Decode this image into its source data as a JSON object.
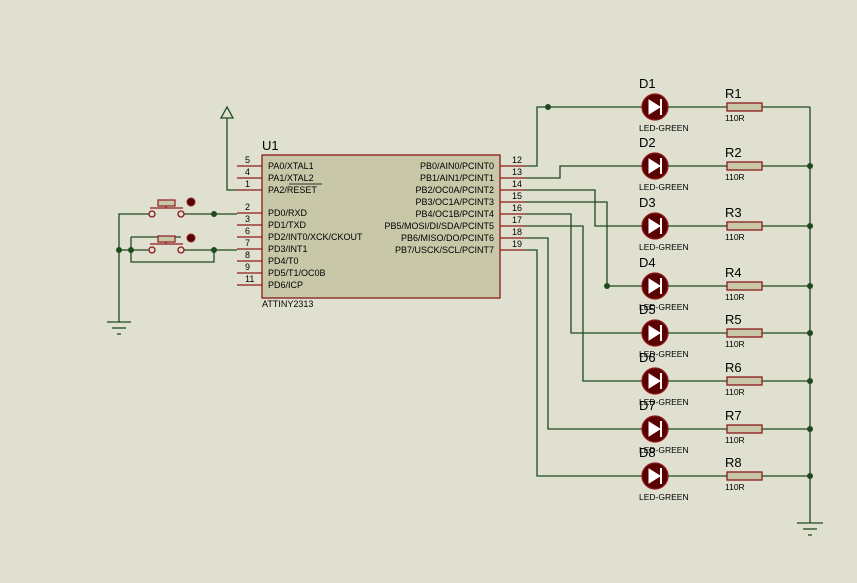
{
  "colors": {
    "background": "#e0e0d0",
    "wire": "#1f4a1f",
    "outline": "#8b1a1a",
    "chip_fill": "#c8c8a8",
    "led_fill": "#5a0000",
    "junction": "#1f4a1f"
  },
  "chip": {
    "ref": "U1",
    "part": "ATTINY2313",
    "left_pins": [
      {
        "num": "5",
        "name": "PA0/XTAL1"
      },
      {
        "num": "4",
        "name": "PA1/XTAL2"
      },
      {
        "num": "1",
        "name": "PA2/RESET"
      },
      {
        "num": "2",
        "name": "PD0/RXD"
      },
      {
        "num": "3",
        "name": "PD1/TXD"
      },
      {
        "num": "6",
        "name": "PD2/INT0/XCK/CKOUT"
      },
      {
        "num": "7",
        "name": "PD3/INT1"
      },
      {
        "num": "8",
        "name": "PD4/T0"
      },
      {
        "num": "9",
        "name": "PD5/T1/OC0B"
      },
      {
        "num": "11",
        "name": "PD6/ICP"
      }
    ],
    "right_pins": [
      {
        "num": "12",
        "name": "PB0/AIN0/PCINT0"
      },
      {
        "num": "13",
        "name": "PB1/AIN1/PCINT1"
      },
      {
        "num": "14",
        "name": "PB2/OC0A/PCINT2"
      },
      {
        "num": "15",
        "name": "PB3/OC1A/PCINT3"
      },
      {
        "num": "16",
        "name": "PB4/OC1B/PCINT4"
      },
      {
        "num": "17",
        "name": "PB5/MOSI/DI/SDA/PCINT5"
      },
      {
        "num": "18",
        "name": "PB6/MISO/DO/PCINT6"
      },
      {
        "num": "19",
        "name": "PB7/USCK/SCL/PCINT7"
      }
    ]
  },
  "leds": [
    {
      "ref": "D1",
      "value": "LED-GREEN"
    },
    {
      "ref": "D2",
      "value": "LED-GREEN"
    },
    {
      "ref": "D3",
      "value": "LED-GREEN"
    },
    {
      "ref": "D4",
      "value": "LED-GREEN"
    },
    {
      "ref": "D5",
      "value": "LED-GREEN"
    },
    {
      "ref": "D6",
      "value": "LED-GREEN"
    },
    {
      "ref": "D7",
      "value": "LED-GREEN"
    },
    {
      "ref": "D8",
      "value": "LED-GREEN"
    }
  ],
  "resistors": [
    {
      "ref": "R1",
      "value": "110R"
    },
    {
      "ref": "R2",
      "value": "110R"
    },
    {
      "ref": "R3",
      "value": "110R"
    },
    {
      "ref": "R4",
      "value": "110R"
    },
    {
      "ref": "R5",
      "value": "110R"
    },
    {
      "ref": "R6",
      "value": "110R"
    },
    {
      "ref": "R7",
      "value": "110R"
    },
    {
      "ref": "R8",
      "value": "110R"
    }
  ],
  "buttons": [
    {
      "name": "button-1"
    },
    {
      "name": "button-2"
    }
  ],
  "symbols": {
    "power": "power-terminal-icon",
    "ground": "ground-icon",
    "led": "led-diode-icon",
    "resistor": "resistor-icon",
    "button": "push-button-icon"
  }
}
